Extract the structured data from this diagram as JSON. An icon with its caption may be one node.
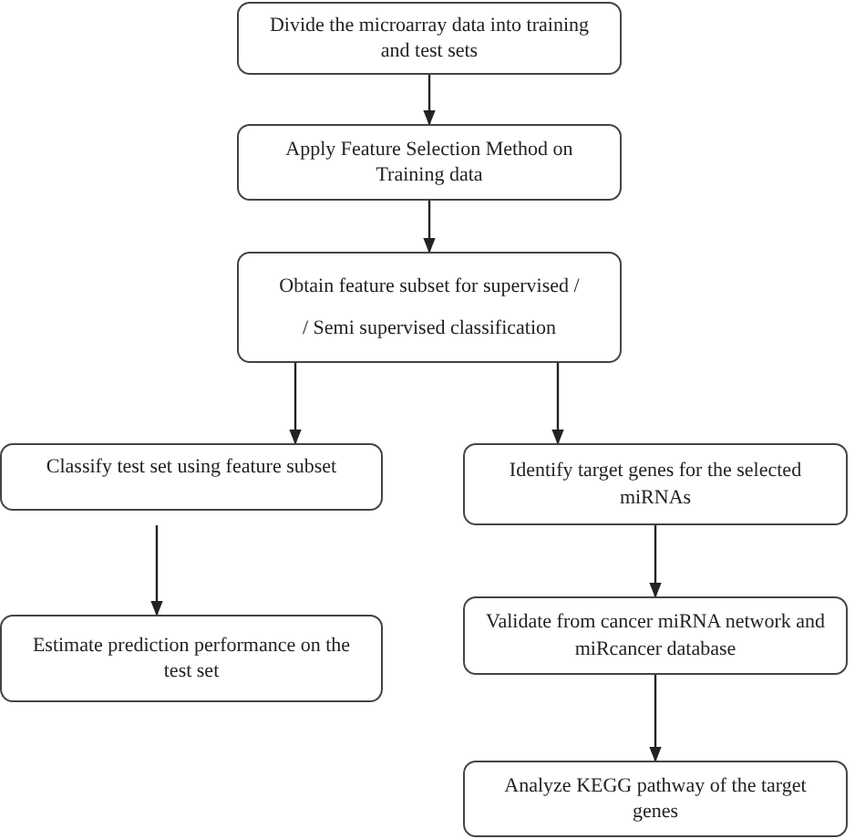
{
  "diagram": {
    "nodes": [
      {
        "text": [
          "Divide the microarray data into training and test sets"
        ]
      },
      {
        "text": [
          "Apply Feature Selection Method on Training data"
        ]
      },
      {
        "text": [
          "Obtain feature subset for supervised /",
          "/ Semi supervised classification"
        ]
      },
      {
        "text": [
          "Classify test set using feature subset"
        ]
      },
      {
        "text": [
          "Estimate prediction performance on the test set"
        ]
      },
      {
        "text": [
          "Identify target genes for the selected miRNAs"
        ]
      },
      {
        "text": [
          "Validate from cancer miRNA network and miRcancer database"
        ]
      },
      {
        "text": [
          "Analyze KEGG pathway of the target genes"
        ]
      }
    ],
    "edges": [
      {
        "from": 0,
        "to": 1,
        "arrow": "to"
      },
      {
        "from": 1,
        "to": 2,
        "arrow": "to"
      },
      {
        "from": 2,
        "to": 3,
        "arrow": "to"
      },
      {
        "from": 2,
        "to": 5,
        "arrow": "to"
      },
      {
        "from": 3,
        "to": 4,
        "arrow": "to"
      },
      {
        "from": 5,
        "to": 6,
        "arrow": "to"
      },
      {
        "from": 6,
        "to": 7,
        "arrow": "to"
      }
    ]
  }
}
